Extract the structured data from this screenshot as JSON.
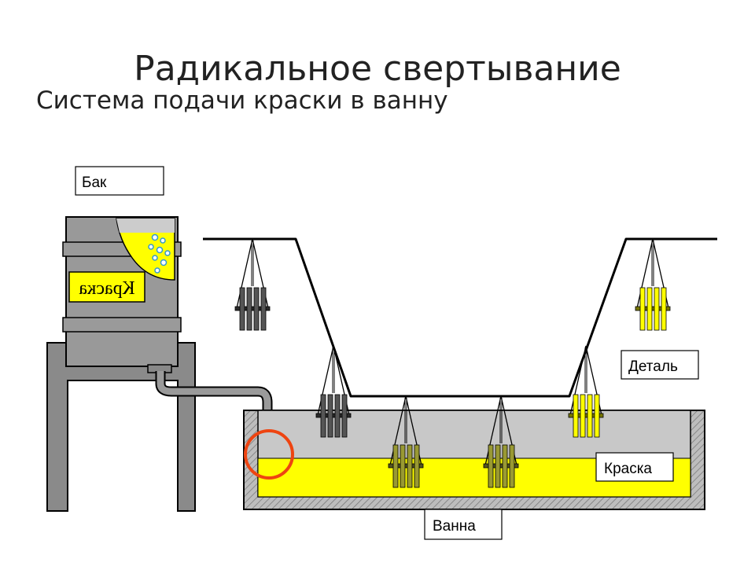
{
  "slide": {
    "title": "Радикальное свертывание",
    "subtitle": "Система подачи краски в ванну"
  },
  "labels": {
    "tank": "Бак",
    "tank_text": "Краска",
    "part": "Деталь",
    "paint": "Краска",
    "bath": "Ванна"
  },
  "colors": {
    "paint": "#ffff00",
    "tank_body": "#999999",
    "bath_grey": "#c0c0c0",
    "part_dark": "#555555",
    "part_olive": "#999933",
    "highlight_circle": "#ee4411"
  },
  "parts": [
    {
      "variant": "dark"
    },
    {
      "variant": "dark"
    },
    {
      "variant": "olive"
    },
    {
      "variant": "olive"
    },
    {
      "variant": "yellow"
    },
    {
      "variant": "yellow"
    }
  ]
}
